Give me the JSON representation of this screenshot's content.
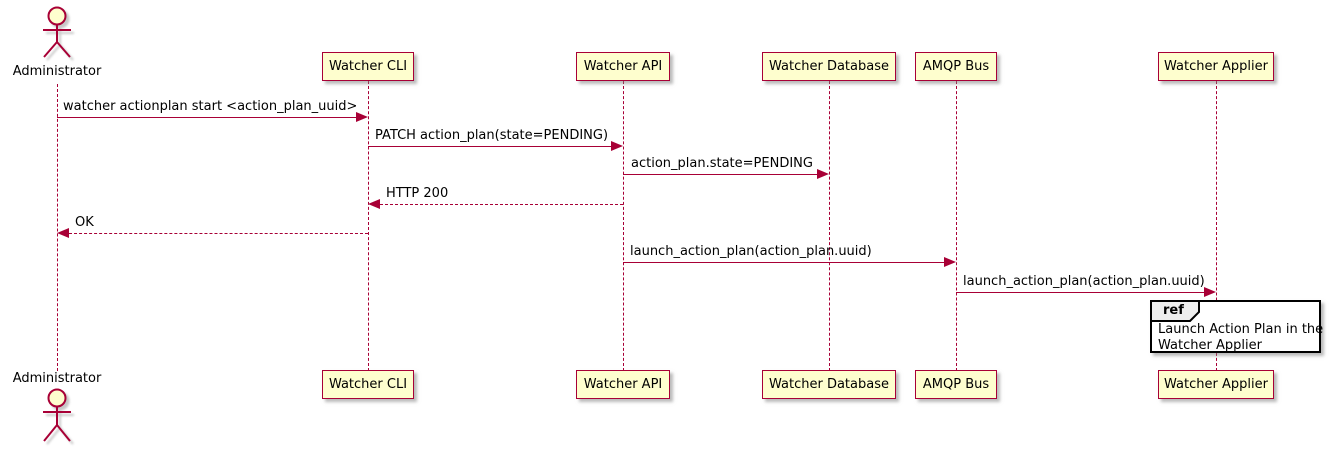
{
  "diagram": {
    "type": "uml-sequence-diagram",
    "colors": {
      "participant_fill": "#FEFECE",
      "participant_border": "#A80036",
      "arrow_line": "#A80036",
      "lifeline": "#A80036",
      "text": "#000000",
      "ref_border": "#000000",
      "ref_tab_fill": "#EEEEEE",
      "background": "#FFFFFF"
    },
    "actor": {
      "name": "Administrator"
    },
    "participants": [
      {
        "label": "Watcher CLI"
      },
      {
        "label": "Watcher API"
      },
      {
        "label": "Watcher Database"
      },
      {
        "label": "AMQP Bus"
      },
      {
        "label": "Watcher Applier"
      }
    ],
    "messages": [
      {
        "label": "watcher actionplan start <action_plan_uuid>",
        "from": "Administrator",
        "to": "Watcher CLI",
        "style": "solid"
      },
      {
        "label": "PATCH action_plan(state=PENDING)",
        "from": "Watcher CLI",
        "to": "Watcher API",
        "style": "solid"
      },
      {
        "label": "action_plan.state=PENDING",
        "from": "Watcher API",
        "to": "Watcher Database",
        "style": "solid"
      },
      {
        "label": "HTTP 200",
        "from": "Watcher API",
        "to": "Watcher CLI",
        "style": "dashed"
      },
      {
        "label": "OK",
        "from": "Watcher CLI",
        "to": "Administrator",
        "style": "dashed"
      },
      {
        "label": "launch_action_plan(action_plan.uuid)",
        "from": "Watcher API",
        "to": "AMQP Bus",
        "style": "solid"
      },
      {
        "label": "launch_action_plan(action_plan.uuid)",
        "from": "AMQP Bus",
        "to": "Watcher Applier",
        "style": "solid"
      }
    ],
    "ref": {
      "keyword": "ref",
      "over": "Watcher Applier",
      "text_line1": "Launch Action Plan in the",
      "text_line2": "Watcher Applier"
    }
  }
}
